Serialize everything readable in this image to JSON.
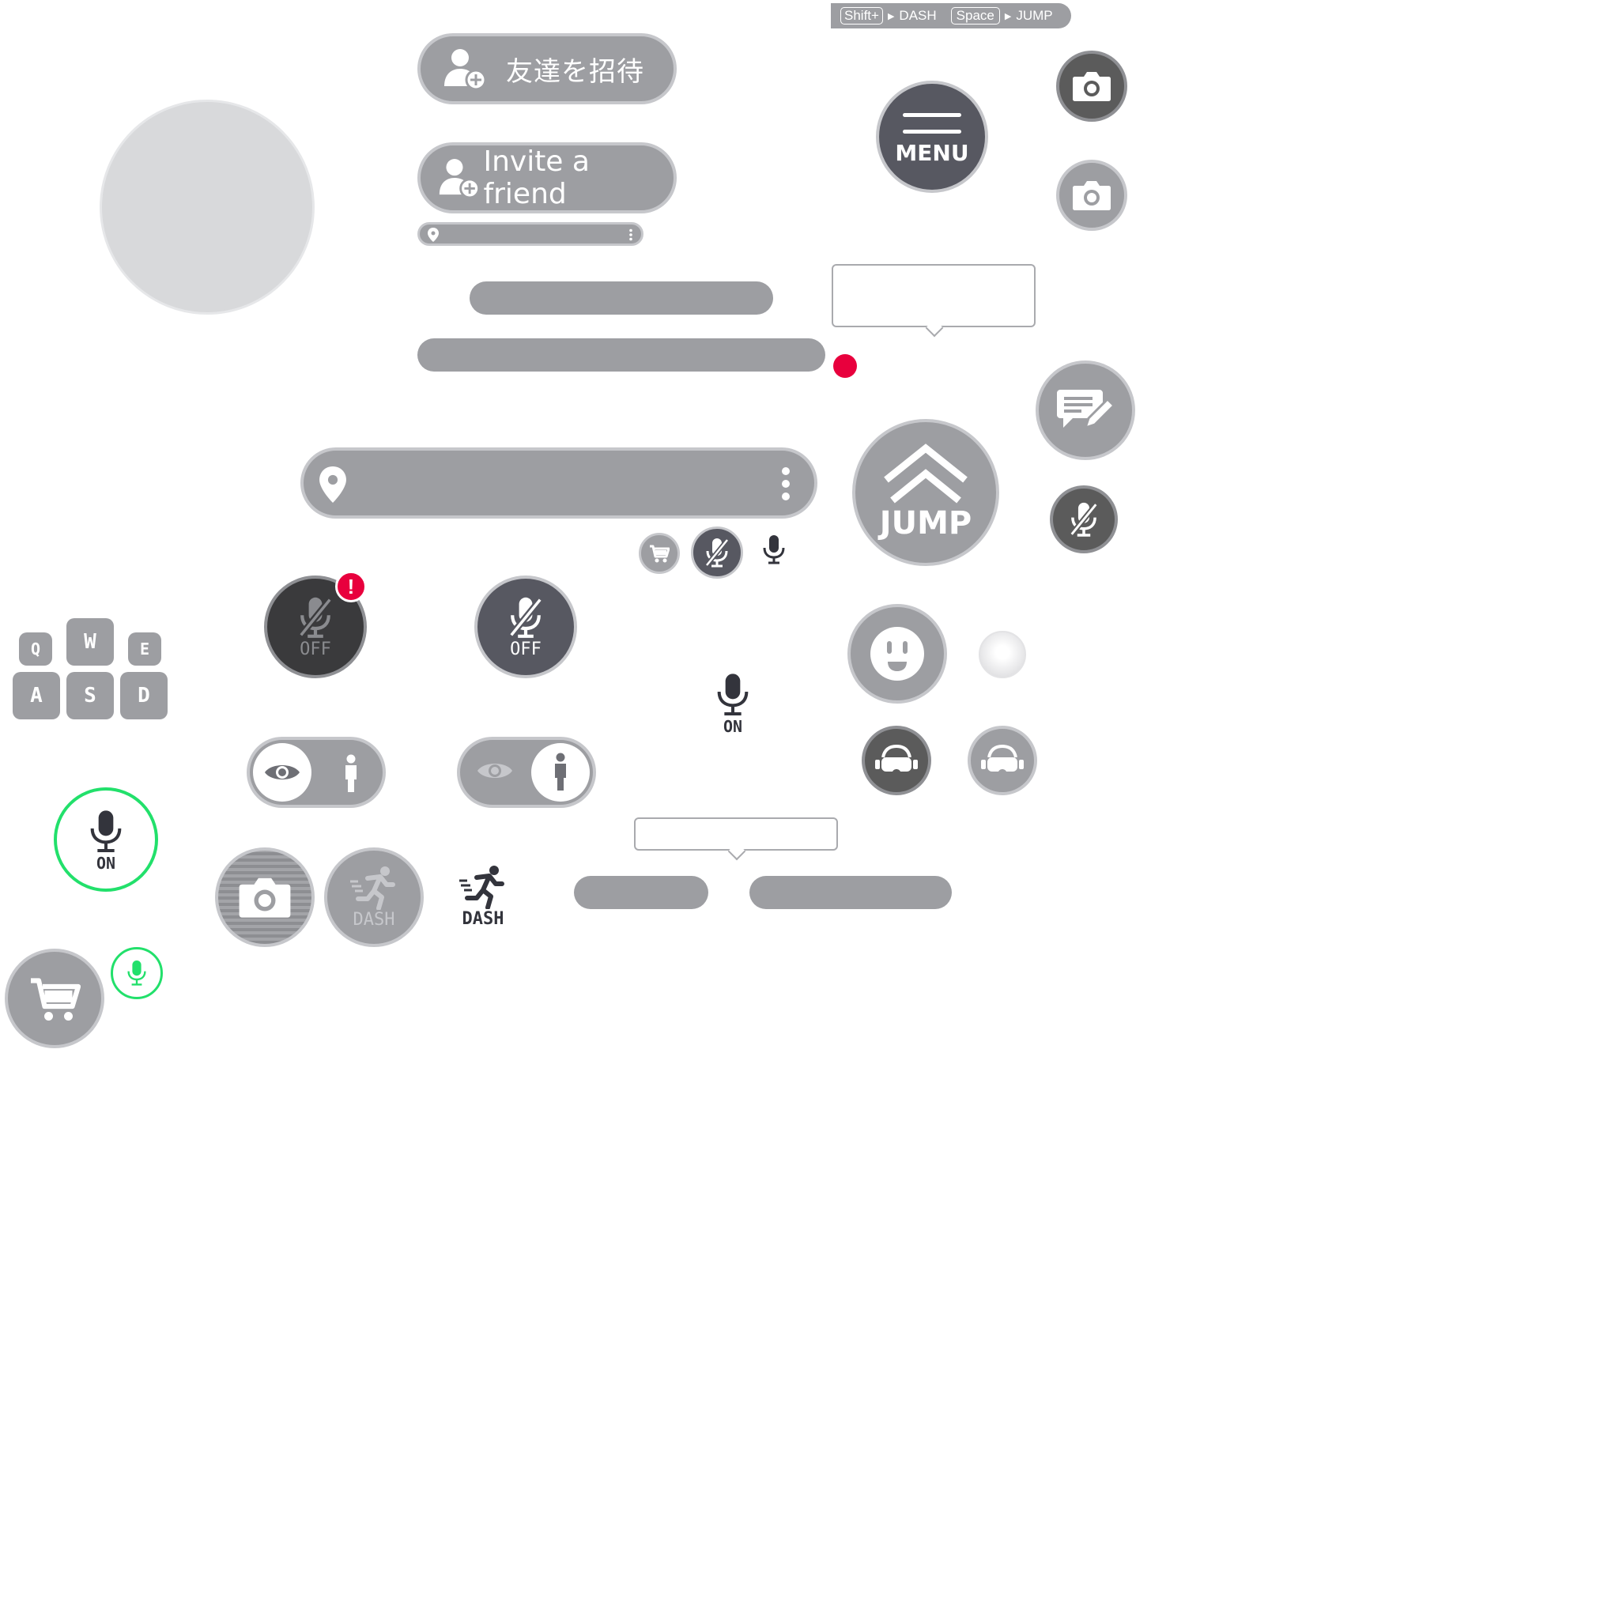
{
  "hints": {
    "key1": "Shift+",
    "action1": "DASH",
    "key2": "Space",
    "action2": "JUMP"
  },
  "invite": {
    "ja_label": "友達を招待",
    "en_label": "Invite a friend"
  },
  "menu": {
    "label": "MENU"
  },
  "jump": {
    "label": "JUMP"
  },
  "mic": {
    "off_label": "OFF",
    "on_label": "ON"
  },
  "dash": {
    "label": "DASH"
  },
  "keys": {
    "q": "Q",
    "w": "W",
    "e": "E",
    "a": "A",
    "s": "S",
    "d": "D"
  },
  "colors": {
    "button_gray": "#9d9ea2",
    "button_dark": "#575861",
    "accent_green": "#22e06b",
    "alert_red": "#e8003d",
    "icon_dark": "#33343c"
  },
  "icons": {
    "add_user": "add-user-icon",
    "camera": "camera-icon",
    "hamburger": "hamburger-icon",
    "chat_edit": "chat-edit-icon",
    "chevron_up": "chevron-up-icon",
    "mic_off": "mic-off-icon",
    "mic_on": "mic-icon",
    "smiley": "smiley-icon",
    "vr_headset": "vr-headset-icon",
    "eye": "eye-icon",
    "person": "person-icon",
    "runner": "runner-icon",
    "cart": "cart-icon",
    "location_pin": "location-pin-icon",
    "more_vertical": "more-vertical-icon",
    "alert": "alert-badge-icon"
  }
}
